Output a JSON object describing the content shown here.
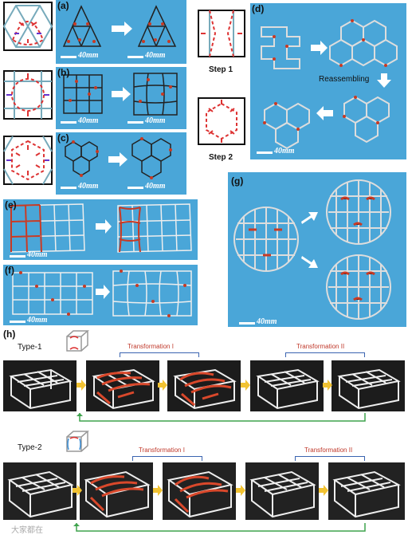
{
  "panels": {
    "a": "(a)",
    "b": "(b)",
    "c": "(c)",
    "d": "(d)",
    "e": "(e)",
    "f": "(f)",
    "g": "(g)",
    "h": "(h)"
  },
  "scale_label": "40mm",
  "steps": {
    "step1": "Step 1",
    "step2": "Step 2"
  },
  "d_reassembling": "Reassembling",
  "h": {
    "type1": "Type-1",
    "type2": "Type-2",
    "transformation1": "Transformation I",
    "transformation2": "Transformation II"
  },
  "watermark": "大家都在"
}
